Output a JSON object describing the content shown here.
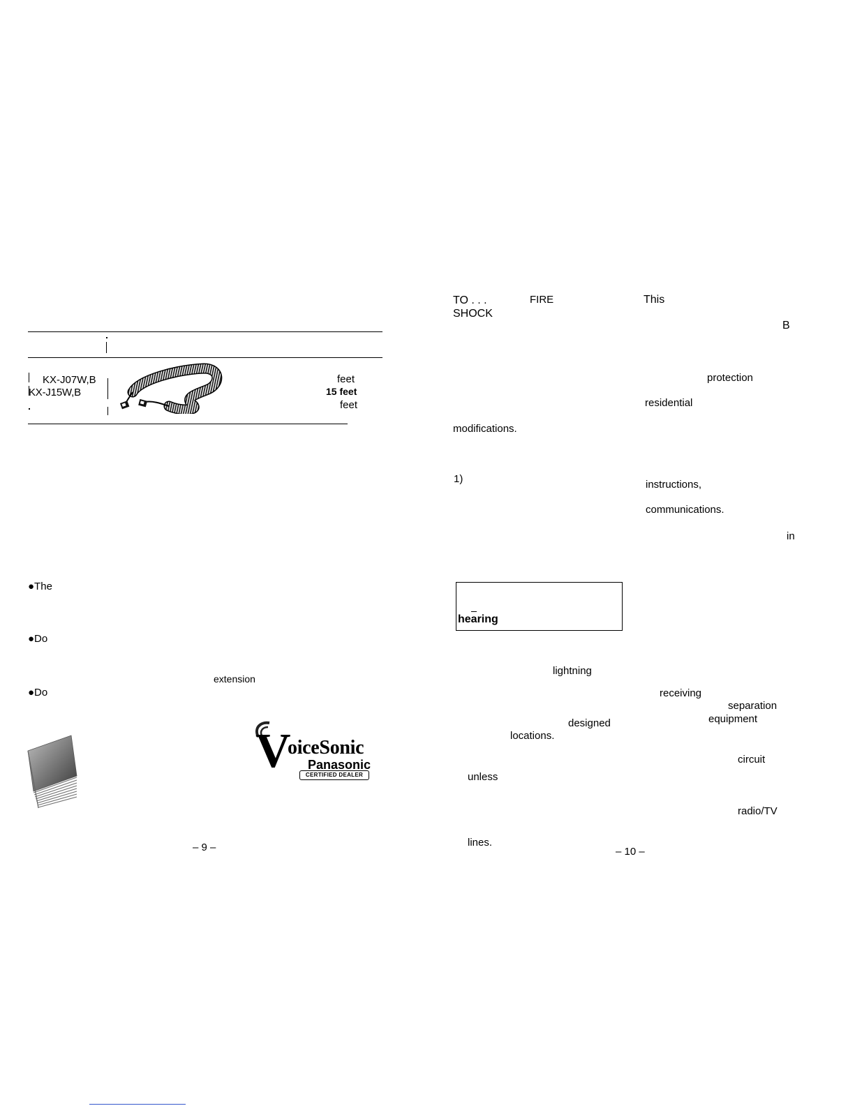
{
  "left_page": {
    "table_models": [
      "KX-J07W,B",
      "KX-J15W,B"
    ],
    "table_lengths": [
      "feet",
      "15 feet",
      "feet"
    ],
    "bullets": [
      "●The",
      "●Do",
      "extension",
      "●Do"
    ],
    "logo": {
      "brand": "oiceSonic",
      "maker": "Panasonic",
      "badge": "CERTIFIED DEALER"
    },
    "page_number": "– 9 –"
  },
  "right_page": {
    "warning": {
      "to": "TO . . .",
      "fire": "FIRE",
      "this": "This",
      "shock": "SHOCK",
      "b": "B"
    },
    "words": {
      "protection": "protection",
      "residential": "residential",
      "modifications": "modifications.",
      "item_number": "1)",
      "instructions": "instructions,",
      "communications": "communications.",
      "in": "in",
      "lightning": "lightning",
      "receiving": "receiving",
      "separation": "separation",
      "designed": "designed",
      "equipment": "equipment",
      "locations": "locations.",
      "circuit": "circuit",
      "unless": "unless",
      "radio_tv": "radio/TV",
      "lines": "lines."
    },
    "boxed_text": "hearing",
    "page_number": "– 10 –"
  },
  "colors": {
    "text": "#000000",
    "link_underline": "#3355cc"
  }
}
